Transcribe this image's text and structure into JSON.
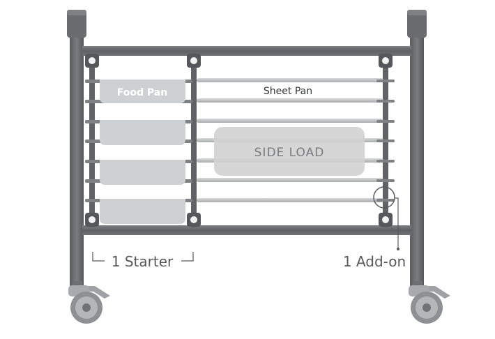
{
  "labels": {
    "food_pan": "Food Pan",
    "sheet_pan": "Sheet Pan",
    "side_load": "SIDE LOAD",
    "starter": "1 Starter",
    "addon": "1 Add-on"
  },
  "colors": {
    "frame": "#6c6e71",
    "frame_dark": "#55575a",
    "frame_light": "#8a8c8f",
    "pan_fill": "#cfd0d1",
    "slide_rail": "#b9babb",
    "side_load_box": "#d3d3d4",
    "side_load_text": "#7a7b7d",
    "caption_text": "#58595b",
    "wheel": "#8e9093",
    "background": "#ffffff"
  },
  "icons": {
    "callout": "magnifier-circle-icon",
    "caster": "caster-wheel-icon",
    "post_cap": "post-cap-icon"
  }
}
